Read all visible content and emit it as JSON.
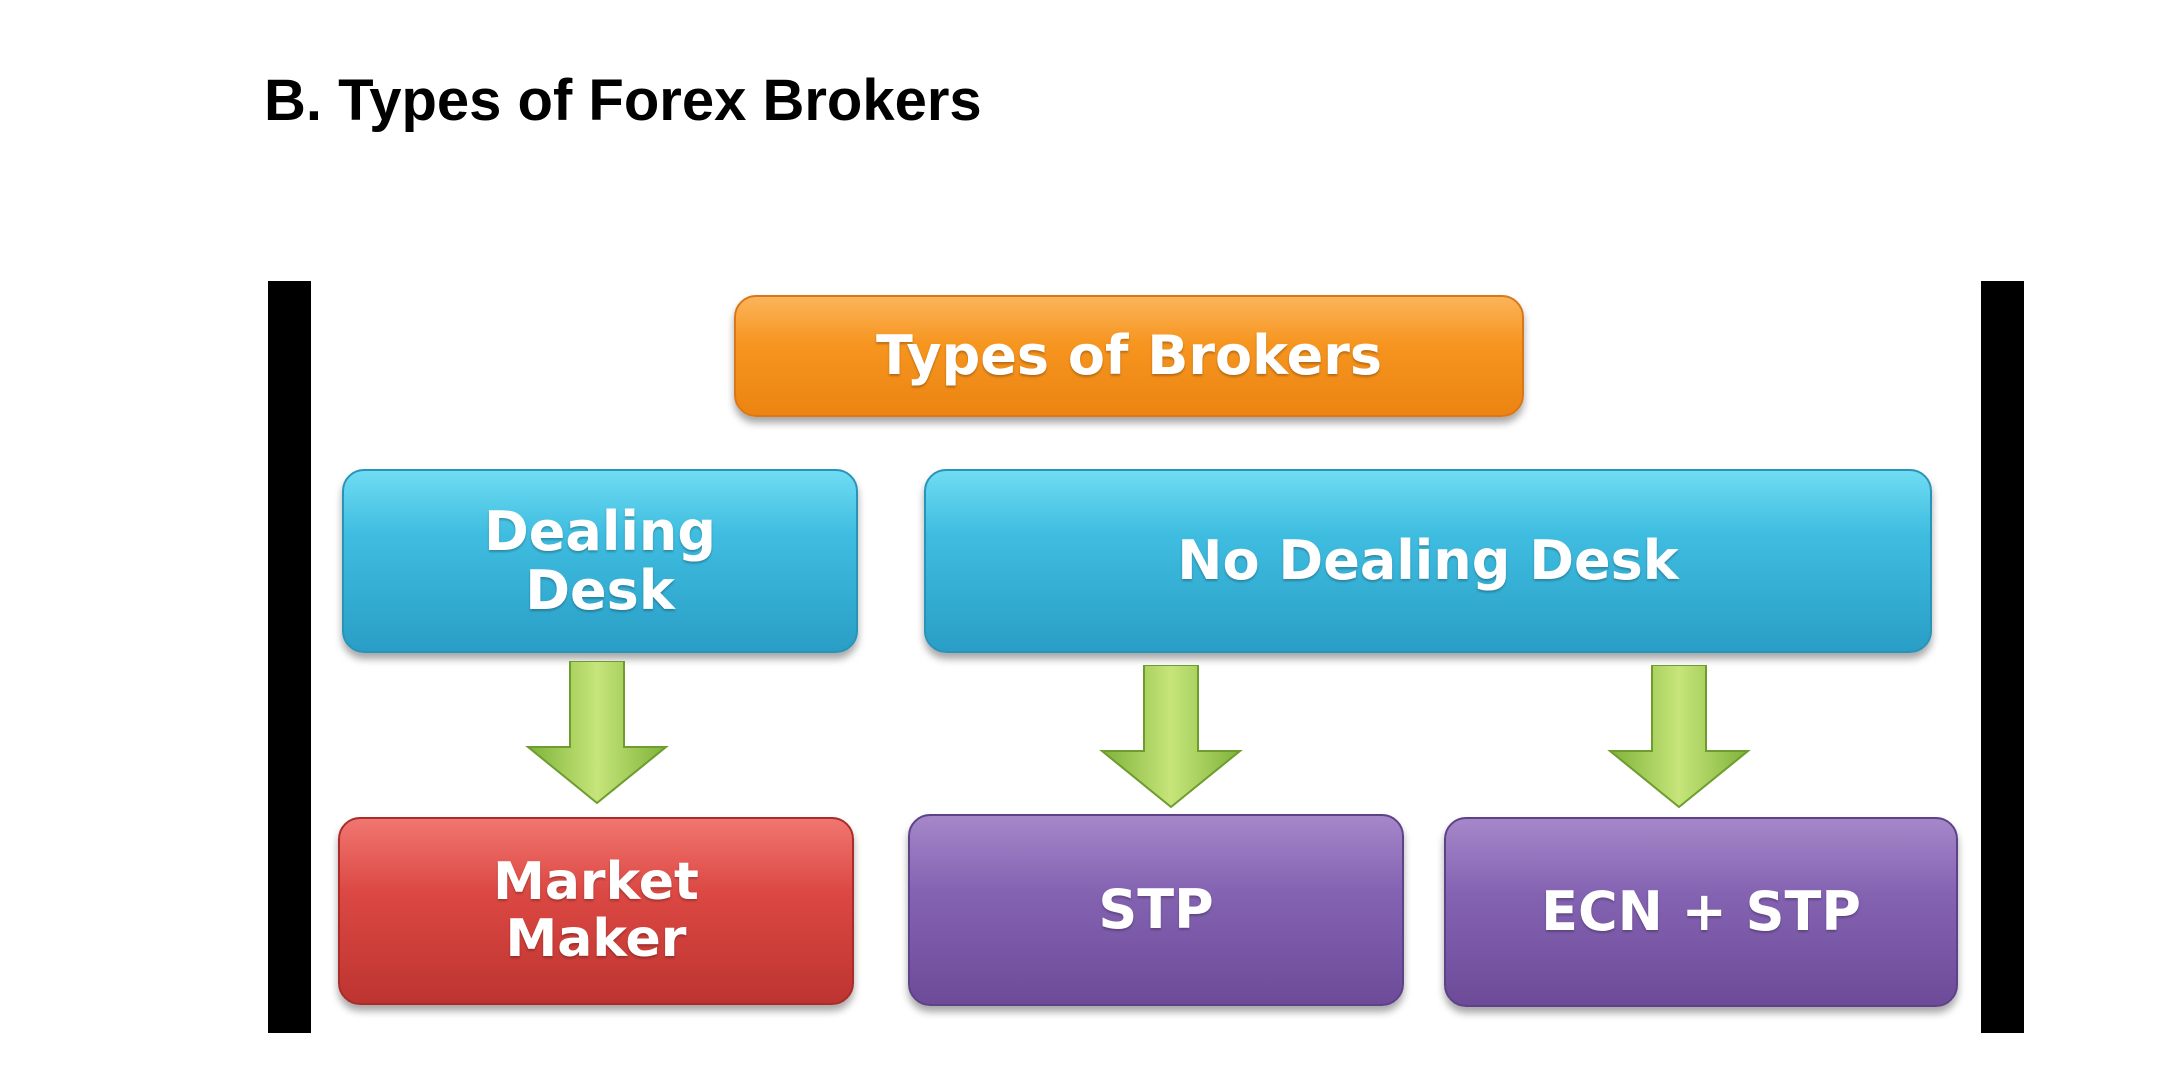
{
  "slide": {
    "title": "B. Types of Forex Brokers"
  },
  "diagram": {
    "root": {
      "label": "Types of Brokers",
      "color": "#f6951f"
    },
    "dealing_desk": {
      "label": "Dealing\nDesk",
      "color": "#3fbde0"
    },
    "no_dealing_desk": {
      "label": "No Dealing Desk",
      "color": "#3fbde0"
    },
    "market_maker": {
      "label": "Market\nMaker",
      "color": "#dc4843"
    },
    "stp": {
      "label": "STP",
      "color": "#8463b2"
    },
    "ecn_stp": {
      "label": "ECN + STP",
      "color": "#8463b2"
    },
    "arrow_color": "#8dc63f",
    "edges": [
      {
        "from": "dealing_desk",
        "to": "market_maker"
      },
      {
        "from": "no_dealing_desk",
        "to": "stp"
      },
      {
        "from": "no_dealing_desk",
        "to": "ecn_stp"
      }
    ]
  }
}
